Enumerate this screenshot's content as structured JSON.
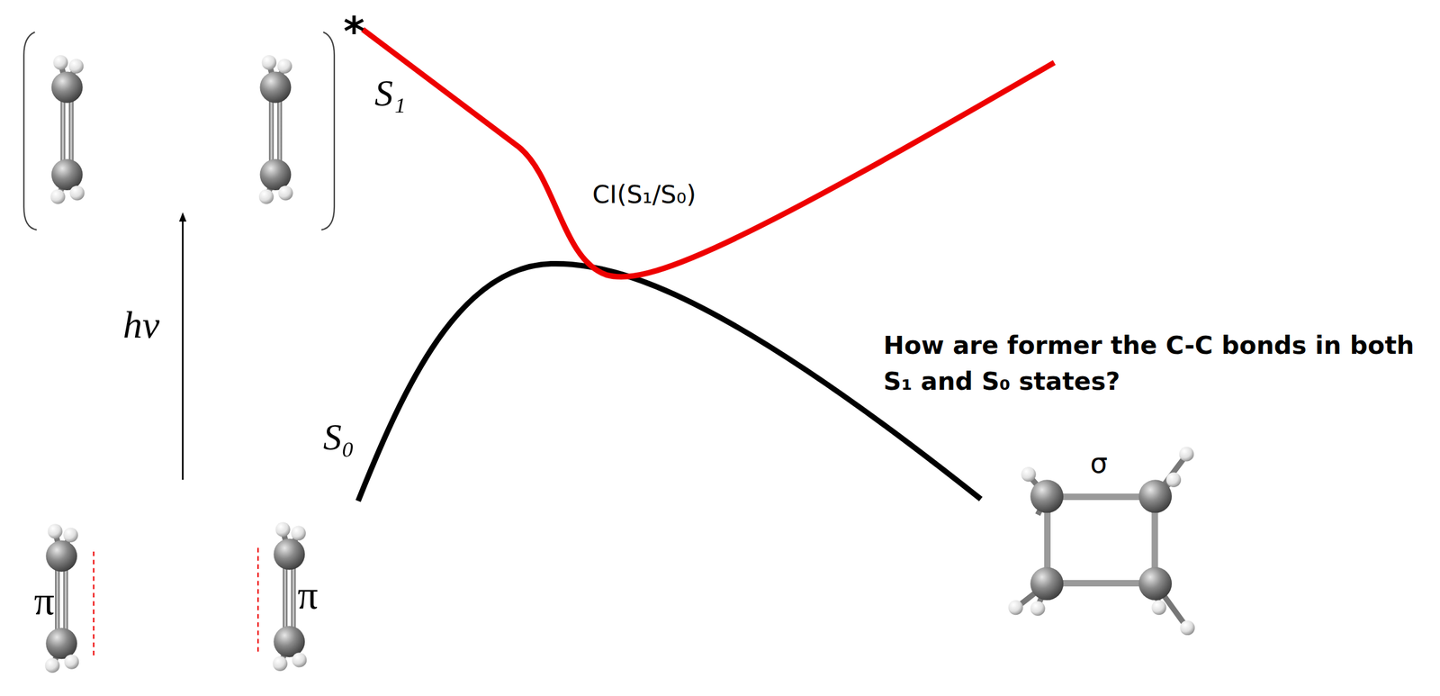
{
  "diagram": {
    "labels": [
      "*",
      "S₁",
      "CI(S₁/S₀)",
      "hv",
      "S₀",
      "π",
      "π",
      "σ",
      "How are former the C-C bonds in both S₁ and S₀ states?"
    ]
  }
}
